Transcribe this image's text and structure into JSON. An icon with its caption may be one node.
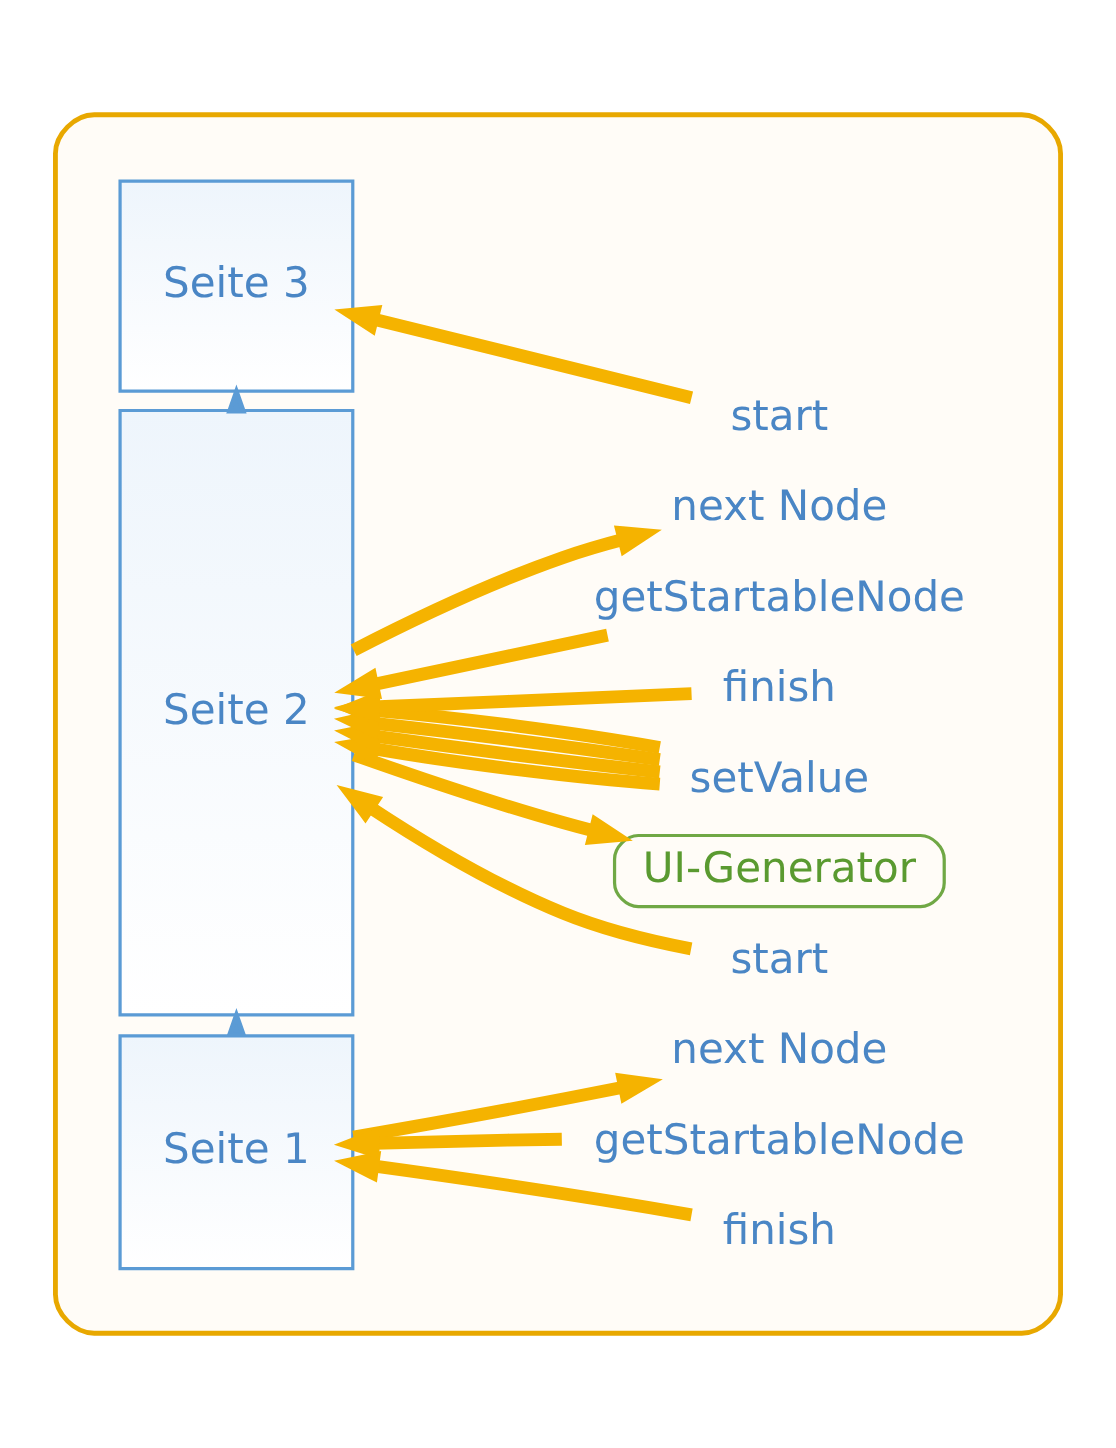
{
  "diagram": {
    "nodes": [
      {
        "text": [],
        "shape": "box"
      },
      {
        "text": [
          "Seite 1"
        ],
        "in": 0
      },
      {
        "text": [
          "finish"
        ],
        "in": 0
      },
      {
        "text": [
          "getStartableNode"
        ],
        "in": 0
      },
      {
        "text": [
          "next Node"
        ],
        "in": 0
      },
      {
        "text": [
          "Seite 2"
        ],
        "in": 0
      },
      {
        "text": [
          "start"
        ],
        "in": 0
      },
      {
        "text": [
          "UI-Generator"
        ],
        "in": 0
      },
      {
        "text": [
          "setValue"
        ],
        "in": 0
      },
      {
        "text": [
          "finish"
        ],
        "in": 0
      },
      {
        "text": [
          "getStartableNode"
        ],
        "in": 0
      },
      {
        "text": [
          "next Node"
        ],
        "in": 0
      },
      {
        "text": [
          "Seite 3"
        ],
        "in": 0
      },
      {
        "text": [
          "start"
        ],
        "in": 0
      }
    ],
    "edges": [
      {
        "from": 2,
        "to": 1,
        "arrow": "to"
      },
      {
        "from": 3,
        "to": 1,
        "arrow": "to"
      },
      {
        "from": 1,
        "to": 4,
        "arrow": "to"
      },
      {
        "from": 1,
        "to": 5,
        "arrow": "to",
        "color": "#5b9bd5"
      },
      {
        "from": 6,
        "to": 5,
        "arrow": "to"
      },
      {
        "from": 5,
        "to": 7,
        "arrow": "to"
      },
      {
        "from": 8,
        "to": 5,
        "arrow": "to"
      },
      {
        "from": 8,
        "to": 5,
        "arrow": "to"
      },
      {
        "from": 8,
        "to": 5,
        "arrow": "to"
      },
      {
        "from": 8,
        "to": 5,
        "arrow": "to"
      },
      {
        "from": 9,
        "to": 5,
        "arrow": "to"
      },
      {
        "from": 10,
        "to": 5,
        "arrow": "to"
      },
      {
        "from": 5,
        "to": 11,
        "arrow": "to"
      },
      {
        "from": 5,
        "to": 12,
        "arrow": "to",
        "color": "#5b9bd5"
      },
      {
        "from": 13,
        "to": 12,
        "arrow": "to"
      }
    ]
  }
}
